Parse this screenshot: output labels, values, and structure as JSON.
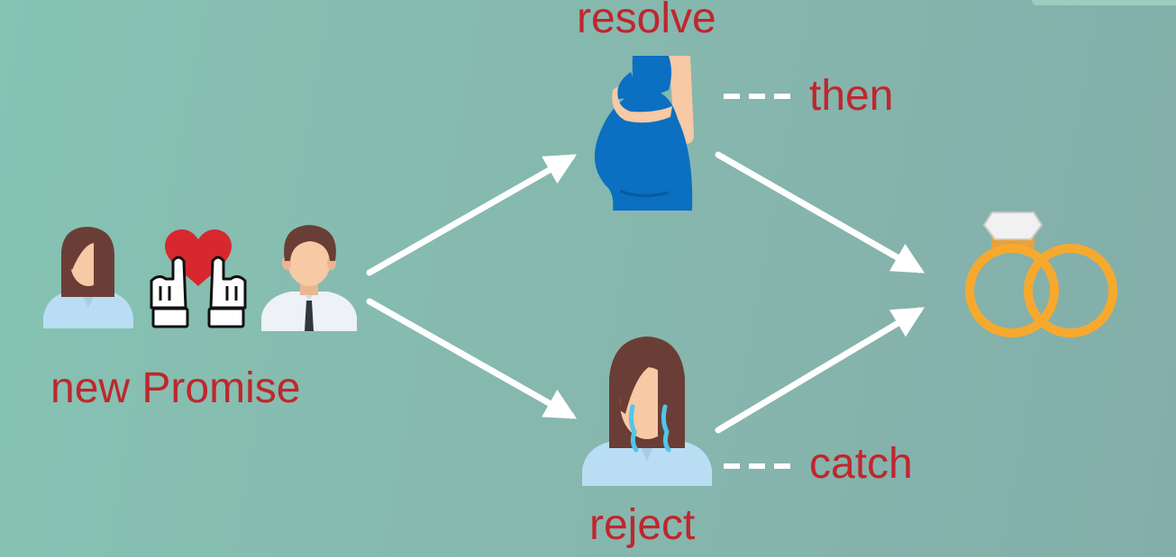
{
  "labels": {
    "resolve": "resolve",
    "then": "then",
    "new_promise": "new Promise",
    "catch": "catch",
    "reject": "reject"
  },
  "colors": {
    "label_text": "#c0262d",
    "arrow": "#ffffff",
    "ring": "#f7a92e",
    "dress": "#0b6fc2",
    "shirt": "#b9def4",
    "hair": "#6a3e36",
    "skin": "#f7c9a4",
    "heart": "#d8282f",
    "tears": "#4fc6ec"
  },
  "icons": [
    "woman-icon",
    "heart-icon",
    "pinky-hands-icon",
    "man-icon",
    "pregnant-woman-icon",
    "crying-woman-icon",
    "wedding-rings-icon"
  ]
}
